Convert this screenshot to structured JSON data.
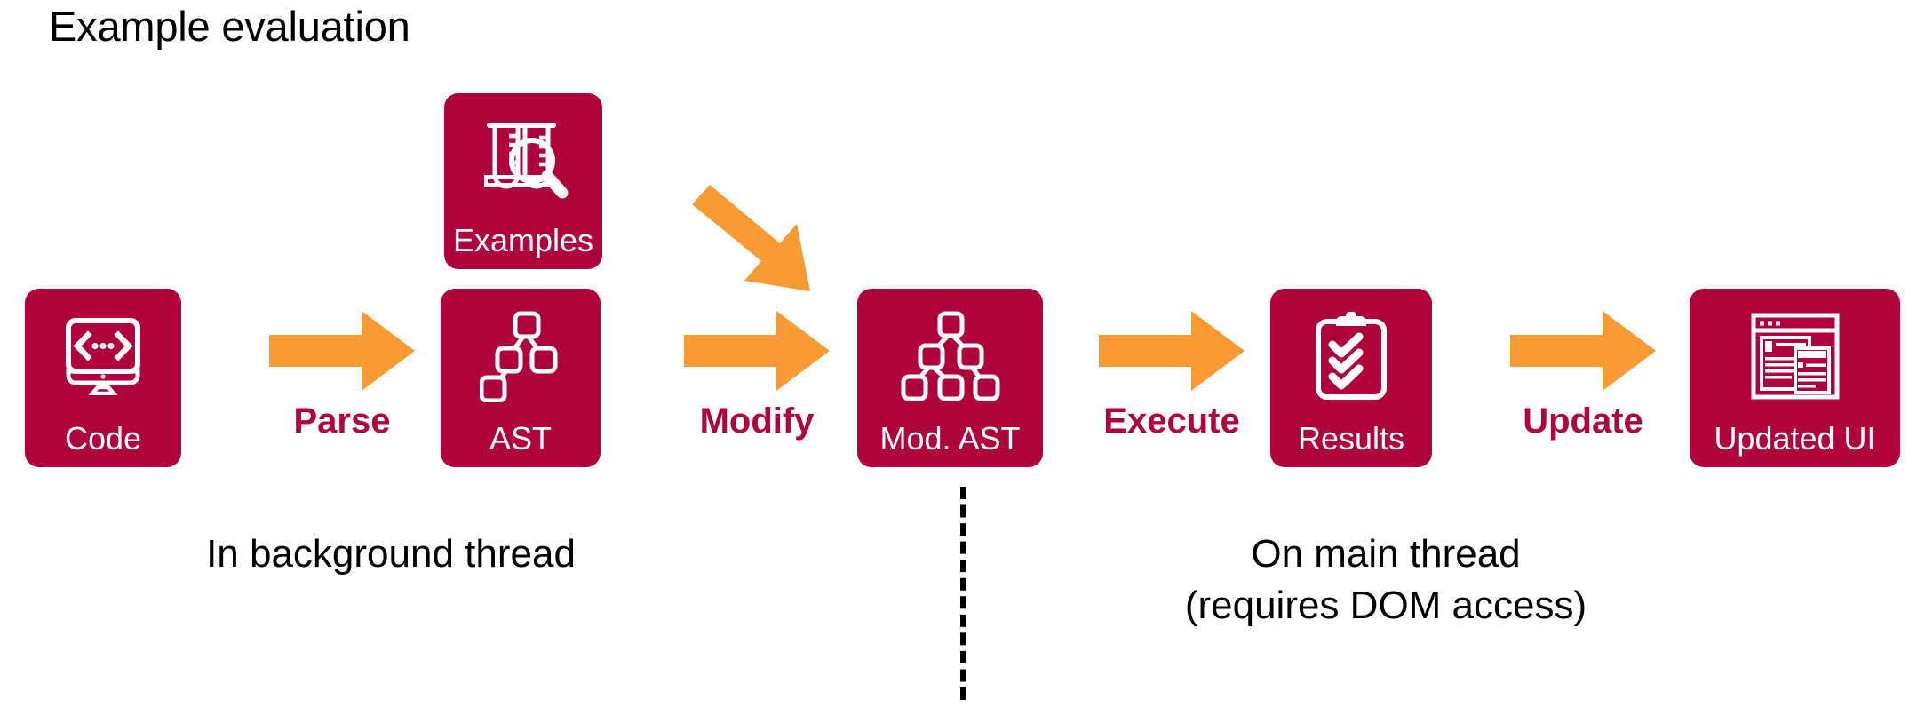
{
  "title": "Example evaluation",
  "colors": {
    "node_fill": "#B0023A",
    "arrow": "#FA9A33",
    "label": "#B0023A",
    "text": "#000000",
    "background": "#FFFFFF"
  },
  "nodes": [
    {
      "id": "code",
      "label": "Code",
      "icon": "monitor-code-icon"
    },
    {
      "id": "examples",
      "label": "Examples",
      "icon": "test-tubes-magnifier-icon"
    },
    {
      "id": "ast",
      "label": "AST",
      "icon": "tree-small-icon"
    },
    {
      "id": "mod-ast",
      "label": "Mod. AST",
      "icon": "tree-full-icon"
    },
    {
      "id": "results",
      "label": "Results",
      "icon": "clipboard-checklist-icon"
    },
    {
      "id": "updated-ui",
      "label": "Updated UI",
      "icon": "browser-window-icon"
    }
  ],
  "edges": [
    {
      "id": "parse",
      "label": "Parse",
      "from": "code",
      "to": "ast",
      "style": "straight"
    },
    {
      "id": "feed",
      "label": "",
      "from": "examples",
      "to": "mod-ast",
      "style": "diagonal"
    },
    {
      "id": "modify",
      "label": "Modify",
      "from": "ast",
      "to": "mod-ast",
      "style": "straight"
    },
    {
      "id": "execute",
      "label": "Execute",
      "from": "mod-ast",
      "to": "results",
      "style": "straight"
    },
    {
      "id": "update",
      "label": "Update",
      "from": "results",
      "to": "updated-ui",
      "style": "straight"
    }
  ],
  "annotations": {
    "background_thread": "In background thread",
    "main_thread": "On main thread\n(requires DOM access)"
  }
}
